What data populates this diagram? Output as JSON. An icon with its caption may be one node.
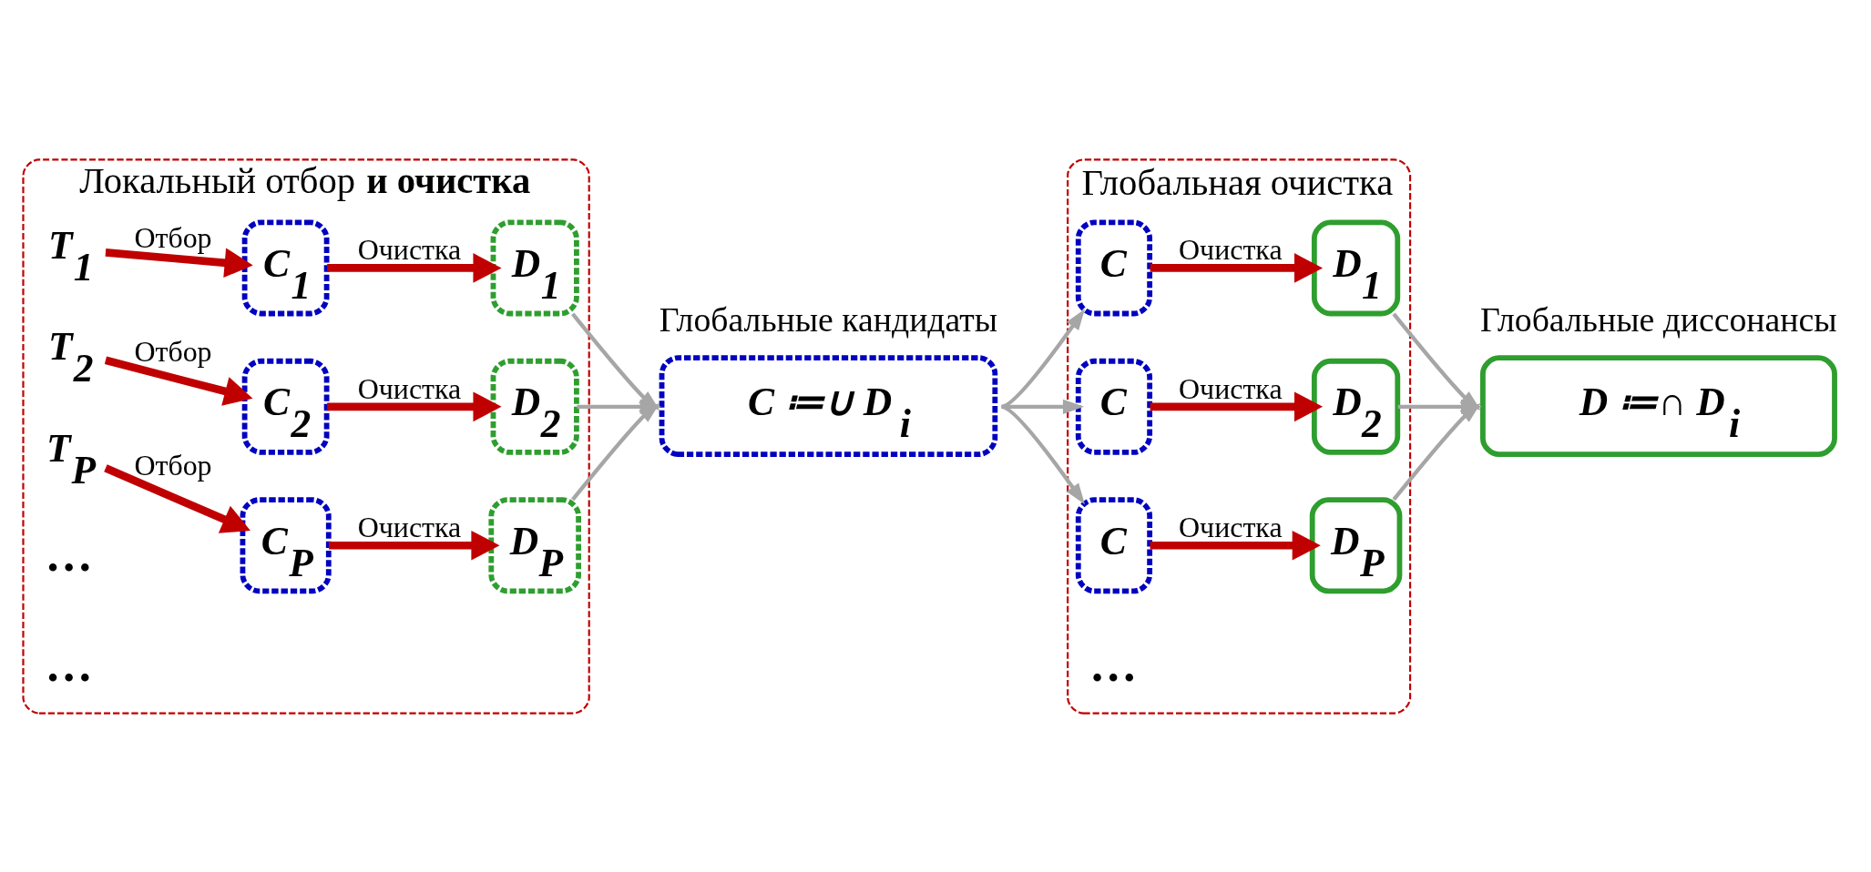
{
  "diagram": {
    "nodes": [
      {
        "text": [
          "Локальный отбор **и очистка**"
        ]
      },
      {
        "text": [
          "T$_{1}$"
        ],
        "in": 0
      },
      {
        "text": [
          "C$_{1}$"
        ],
        "in": 0
      },
      {
        "text": [
          "D$_{1}$"
        ],
        "in": 0
      },
      {
        "text": [
          "T$_{2}$"
        ],
        "in": 0
      },
      {
        "text": [
          "C$_{2}$"
        ],
        "in": 0
      },
      {
        "text": [
          "D$_{2}$"
        ],
        "in": 0
      },
      {
        "text": [
          "T$_{P}$"
        ],
        "in": 0
      },
      {
        "text": [
          "C$_{P}$"
        ],
        "in": 0
      },
      {
        "text": [
          "D$_{P}$"
        ],
        "in": 0
      },
      {
        "text": [
          "C ≔∪ D$_{i}$"
        ],
        "beside": [
          "Глобальные кандидаты"
        ]
      },
      {
        "text": [
          "Глобальная очистка"
        ]
      },
      {
        "text": [
          "C"
        ],
        "in": 11
      },
      {
        "text": [
          "D$_{1}$"
        ],
        "in": 11
      },
      {
        "text": [
          "C"
        ],
        "in": 11
      },
      {
        "text": [
          "D$_{2}$"
        ],
        "in": 11
      },
      {
        "text": [
          "C"
        ],
        "in": 11
      },
      {
        "text": [
          "D$_{P}$"
        ],
        "in": 11
      },
      {
        "text": [
          "D ≔∩ D$_{i}$"
        ],
        "beside": [
          "Глобальные диссонансы"
        ]
      }
    ],
    "edges": [
      {
        "from": 1,
        "to": 2,
        "arrow": "to",
        "label": "Отбор",
        "style": "thick",
        "color": "#c00000"
      },
      {
        "from": 2,
        "to": 3,
        "arrow": "to",
        "label": "Очистка",
        "style": "thick",
        "color": "#c00000"
      },
      {
        "from": 4,
        "to": 5,
        "arrow": "to",
        "label": "Отбор",
        "style": "thick",
        "color": "#c00000"
      },
      {
        "from": 5,
        "to": 6,
        "arrow": "to",
        "label": "Очистка",
        "style": "thick",
        "color": "#c00000"
      },
      {
        "from": 7,
        "to": 8,
        "arrow": "to",
        "label": "Отбор",
        "style": "thick",
        "color": "#c00000"
      },
      {
        "from": 8,
        "to": 9,
        "arrow": "to",
        "label": "Очистка",
        "style": "thick",
        "color": "#c00000"
      },
      {
        "from": 3,
        "to": 10,
        "arrow": "to",
        "color": "#a6a6a6"
      },
      {
        "from": 6,
        "to": 10,
        "arrow": "to",
        "color": "#a6a6a6"
      },
      {
        "from": 9,
        "to": 10,
        "arrow": "to",
        "color": "#a6a6a6"
      },
      {
        "from": 10,
        "to": 12,
        "arrow": "to",
        "color": "#a6a6a6"
      },
      {
        "from": 10,
        "to": 14,
        "arrow": "to",
        "color": "#a6a6a6"
      },
      {
        "from": 10,
        "to": 16,
        "arrow": "to",
        "color": "#a6a6a6"
      },
      {
        "from": 12,
        "to": 13,
        "arrow": "to",
        "label": "Очистка",
        "style": "thick",
        "color": "#c00000"
      },
      {
        "from": 14,
        "to": 15,
        "arrow": "to",
        "label": "Очистка",
        "style": "thick",
        "color": "#c00000"
      },
      {
        "from": 16,
        "to": 17,
        "arrow": "to",
        "label": "Очистка",
        "style": "thick",
        "color": "#c00000"
      },
      {
        "from": 13,
        "to": 18,
        "arrow": "to",
        "color": "#a6a6a6"
      },
      {
        "from": 15,
        "to": 18,
        "arrow": "to",
        "color": "#a6a6a6"
      },
      {
        "from": 17,
        "to": 18,
        "arrow": "to",
        "color": "#a6a6a6"
      }
    ],
    "labels": [
      "…",
      "…",
      "…"
    ]
  }
}
